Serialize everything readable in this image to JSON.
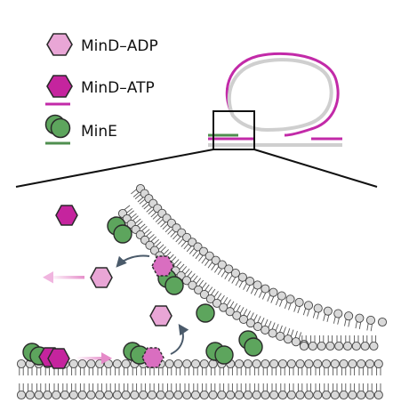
{
  "legend": {
    "items": [
      {
        "id": "mind-adp",
        "label": "MinD–ADP",
        "shape": "hexagon",
        "fill": "#e9a6d6",
        "stroke": "#2a2a2a"
      },
      {
        "id": "mind-atp",
        "label": "MinD–ATP",
        "shape": "hexagon",
        "fill": "#c5249e",
        "stroke": "#2a2a2a",
        "line_color": "#c22aa8"
      },
      {
        "id": "mine",
        "label": "MinE",
        "shape": "circle-pair",
        "fill": "#5da55d",
        "stroke": "#2a2a2a",
        "line_color": "#4f8f4f"
      }
    ]
  },
  "colors": {
    "membrane_head": "#d9d9d9",
    "membrane_head_stroke": "#444444",
    "vesicle_gray": "#cfcfcf",
    "vesicle_magenta": "#c22aa8",
    "arrow_gray": "#4a5a6a",
    "arrow_pink": "#e58ac8"
  },
  "icons": {
    "recycle_arrows": "curved-arrow-icon",
    "release_arrow": "pink-arrow-left-icon",
    "binding_arrow": "pink-arrow-right-icon"
  }
}
